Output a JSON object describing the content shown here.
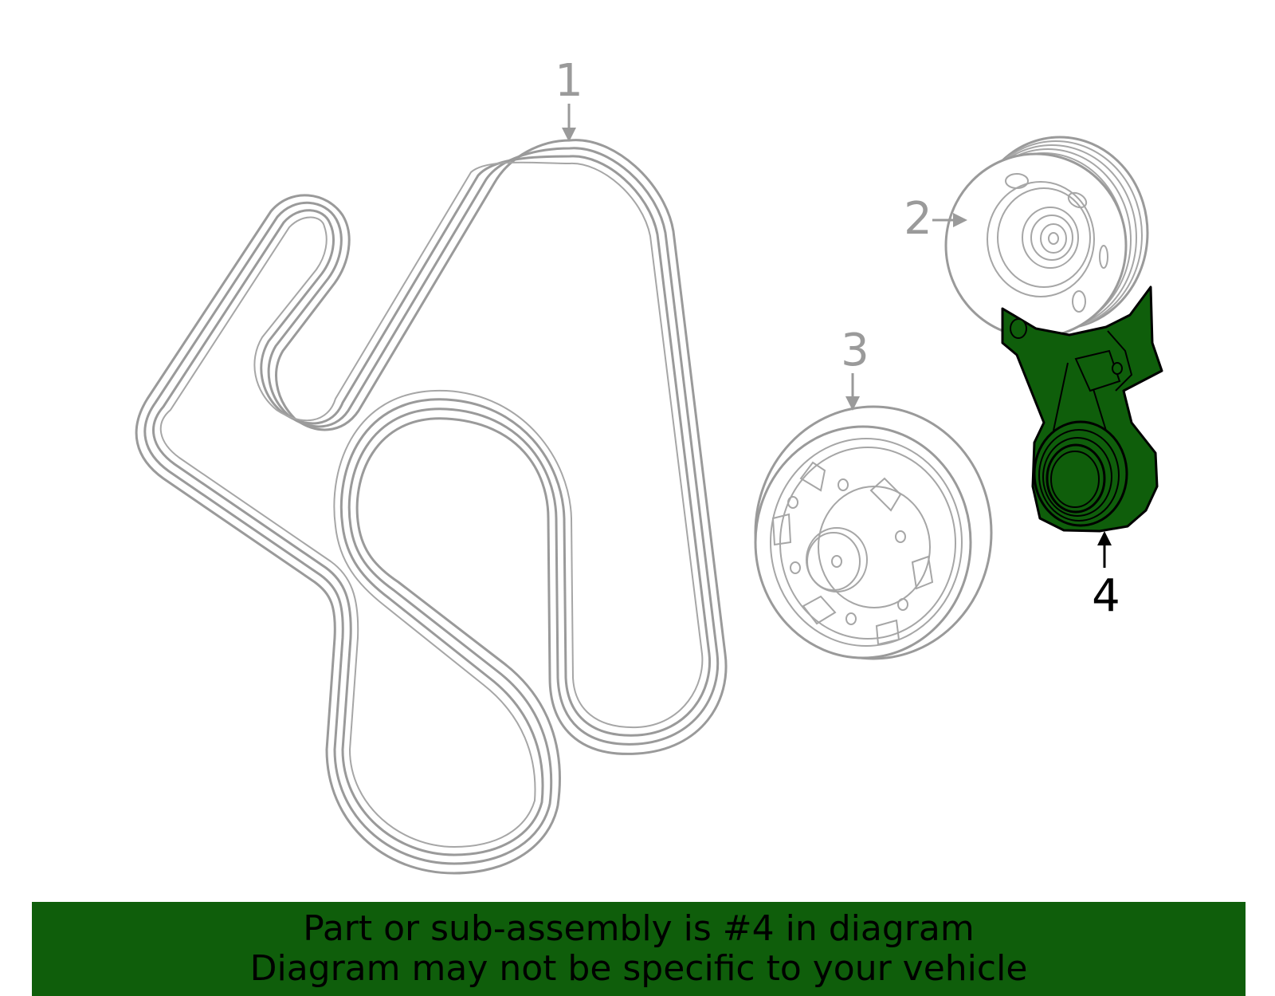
{
  "callouts": [
    {
      "id": "1",
      "label": "1"
    },
    {
      "id": "2",
      "label": "2"
    },
    {
      "id": "3",
      "label": "3"
    },
    {
      "id": "4",
      "label": "4"
    }
  ],
  "highlighted_part": "4",
  "colors": {
    "line_gray": "#9a9a9a",
    "highlight_green": "#0f5e0b",
    "banner_green": "#0f5e0b",
    "text_black": "#000000"
  },
  "banner": {
    "line1": "Part or sub-assembly is #4 in diagram",
    "line2": "Diagram may not be specific to your vehicle"
  }
}
